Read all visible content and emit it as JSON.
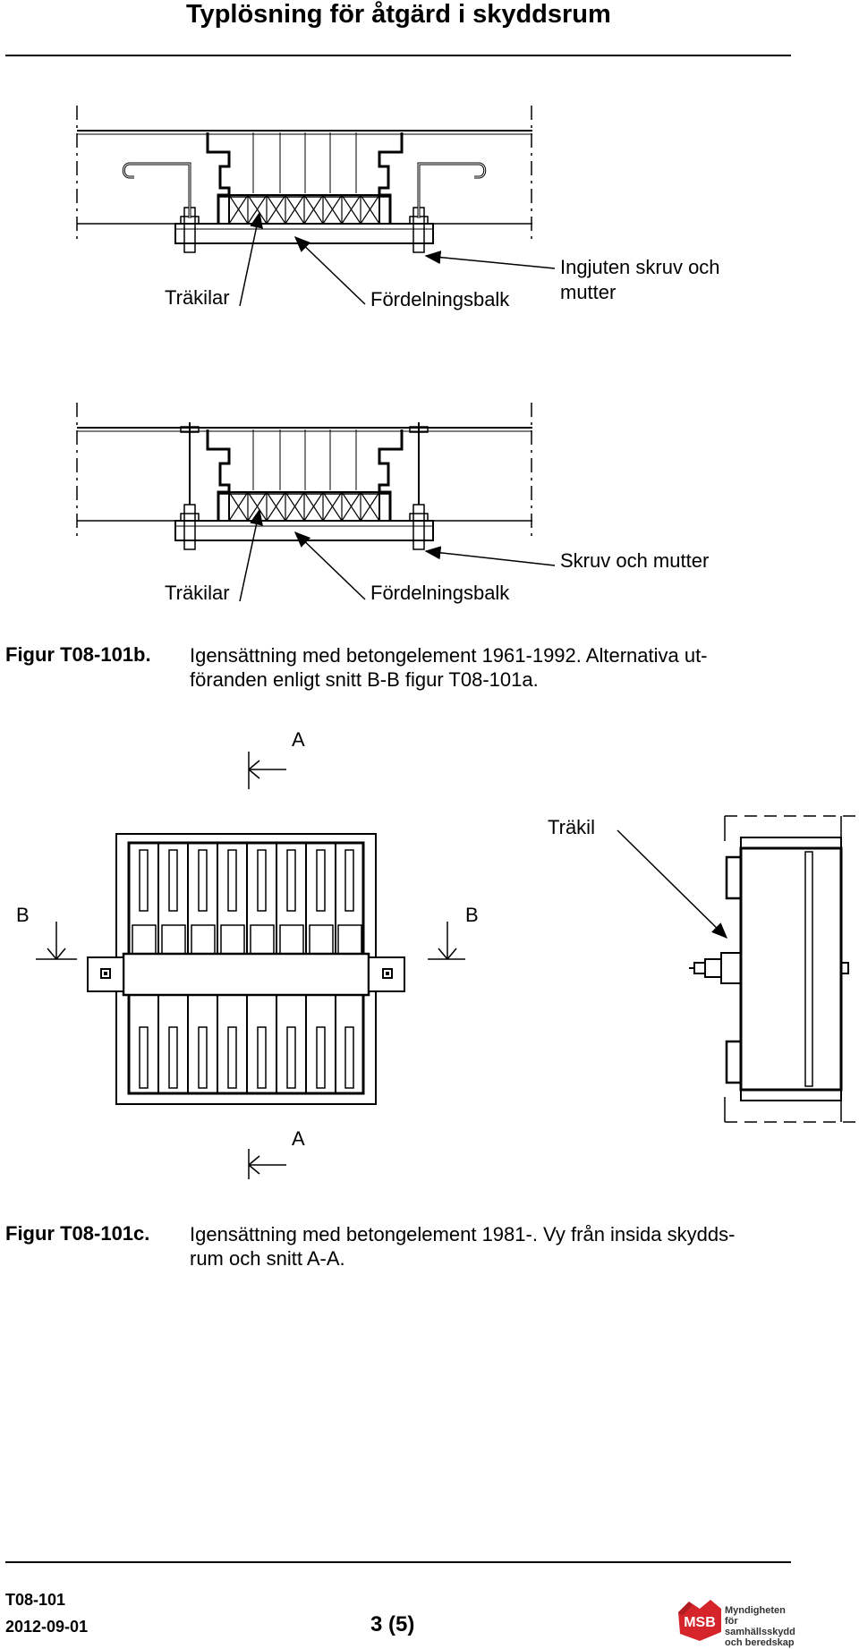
{
  "document": {
    "title": "Typlösning för åtgärd i skyddsrum"
  },
  "figure_b": {
    "top_drawing": {
      "label_left": "Träkilar",
      "label_middle": "Fördelningsbalk",
      "label_right_line1": "Ingjuten skruv och",
      "label_right_line2": "mutter"
    },
    "bottom_drawing": {
      "label_left": "Träkilar",
      "label_middle": "Fördelningsbalk",
      "label_right": "Skruv och mutter"
    },
    "number": "Figur T08-101b.",
    "caption_line1": "Igensättning med betongelement 1961-1992. Alternativa ut-",
    "caption_line2": "föranden enligt snitt B-B figur T08-101a."
  },
  "figure_c": {
    "section_marker_a_top": "A",
    "section_marker_a_bottom": "A",
    "section_marker_b_left": "B",
    "section_marker_b_right": "B",
    "label_trakil": "Träkil",
    "number": "Figur T08-101c.",
    "caption_line1": "Igensättning med betongelement 1981-. Vy från insida skydds-",
    "caption_line2": "rum och snitt A-A."
  },
  "footer": {
    "doc_id": "T08-101",
    "date": "2012-09-01",
    "page": "3 (5)",
    "logo_acronym": "MSB",
    "logo_line1": "Myndigheten för",
    "logo_line2": "samhällsskydd",
    "logo_line3": "och beredskap"
  },
  "colors": {
    "logo_red": "#d5252b"
  }
}
